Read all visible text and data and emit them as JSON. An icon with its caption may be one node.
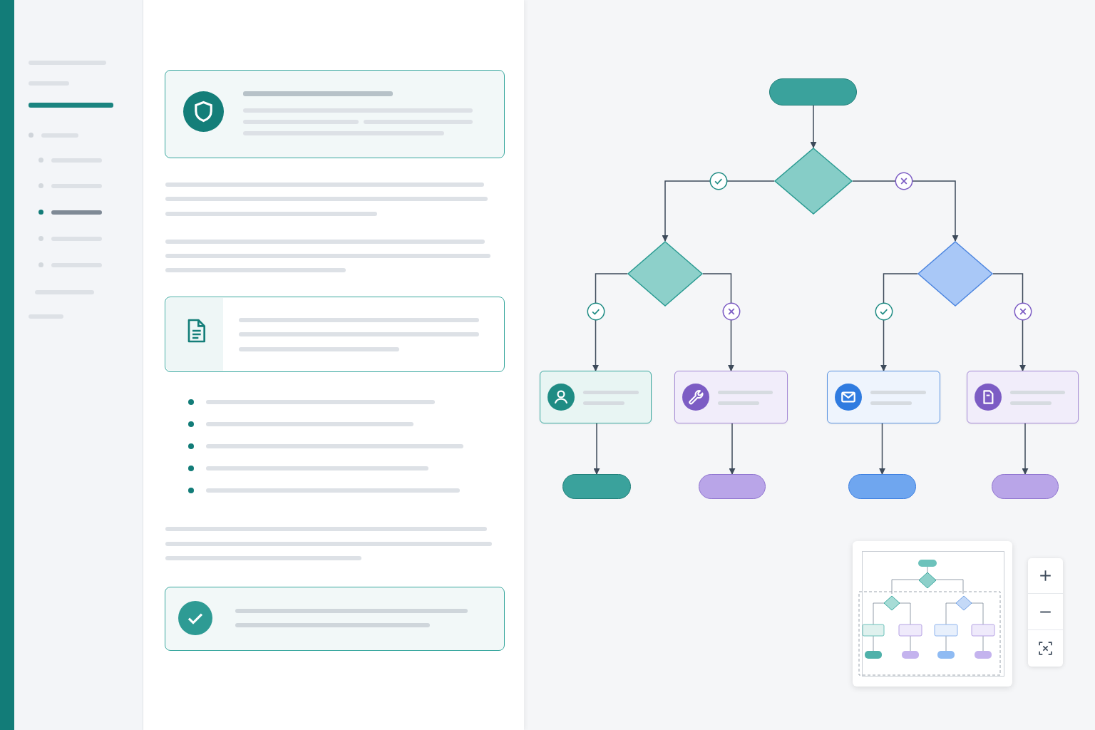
{
  "diagram": {
    "nodes": [
      {
        "text": [],
        "shape": "pill"
      },
      {
        "text": [],
        "shape": "diamond"
      },
      {
        "text": [],
        "shape": "diamond"
      },
      {
        "text": [],
        "shape": "diamond"
      },
      {
        "text": [],
        "shape": "box"
      },
      {
        "text": [],
        "shape": "box"
      },
      {
        "text": [],
        "shape": "box"
      },
      {
        "text": [],
        "shape": "box"
      },
      {
        "text": [],
        "shape": "pill"
      },
      {
        "text": [],
        "shape": "pill"
      },
      {
        "text": [],
        "shape": "pill"
      },
      {
        "text": [],
        "shape": "pill"
      }
    ],
    "edges": [
      {
        "from": 0,
        "to": 1,
        "arrow": "to"
      },
      {
        "from": 1,
        "to": 2,
        "arrow": "to"
      },
      {
        "from": 1,
        "to": 3,
        "arrow": "to"
      },
      {
        "from": 2,
        "to": 4,
        "arrow": "to"
      },
      {
        "from": 2,
        "to": 5,
        "arrow": "to"
      },
      {
        "from": 3,
        "to": 6,
        "arrow": "to"
      },
      {
        "from": 3,
        "to": 7,
        "arrow": "to"
      },
      {
        "from": 4,
        "to": 8,
        "arrow": "to"
      },
      {
        "from": 5,
        "to": 9,
        "arrow": "to"
      },
      {
        "from": 6,
        "to": 10,
        "arrow": "to"
      },
      {
        "from": 7,
        "to": 11,
        "arrow": "to"
      }
    ]
  }
}
